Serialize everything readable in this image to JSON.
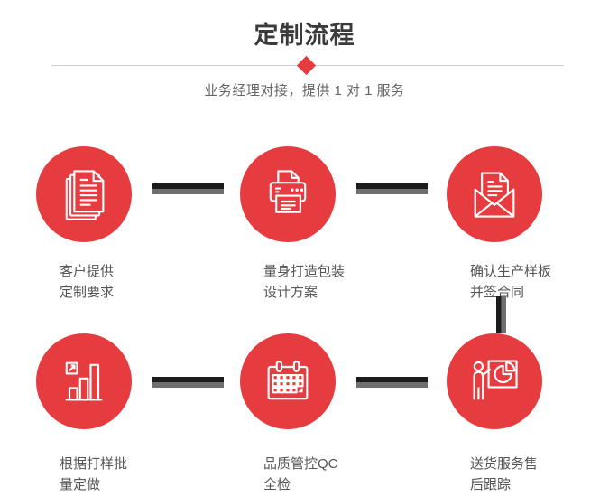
{
  "header": {
    "title": "定制流程",
    "subtitle": "业务经理对接，提供 1 对 1 服务"
  },
  "colors": {
    "accent_red": "#e63c40",
    "connector_dark": "#1c1c1c",
    "connector_gray": "#6f6f6f",
    "divider_gray": "#cdcdcd",
    "icon_stroke": "#ffffff",
    "title_text": "#3b3b3b",
    "label_text": "#555555"
  },
  "steps": [
    {
      "icon": "documents-icon",
      "lines": [
        "客户提供",
        "定制要求"
      ]
    },
    {
      "icon": "printer-icon",
      "lines": [
        "量身打造包装",
        "设计方案"
      ]
    },
    {
      "icon": "envelope-icon",
      "lines": [
        "确认生产样板",
        "并签合同"
      ]
    },
    {
      "icon": "bar-chart-icon",
      "lines": [
        "根据打样批",
        "量定做"
      ]
    },
    {
      "icon": "calendar-icon",
      "lines": [
        "品质管控QC",
        "全检"
      ]
    },
    {
      "icon": "presentation-icon",
      "lines": [
        "送货服务售",
        "后跟踪"
      ]
    }
  ]
}
